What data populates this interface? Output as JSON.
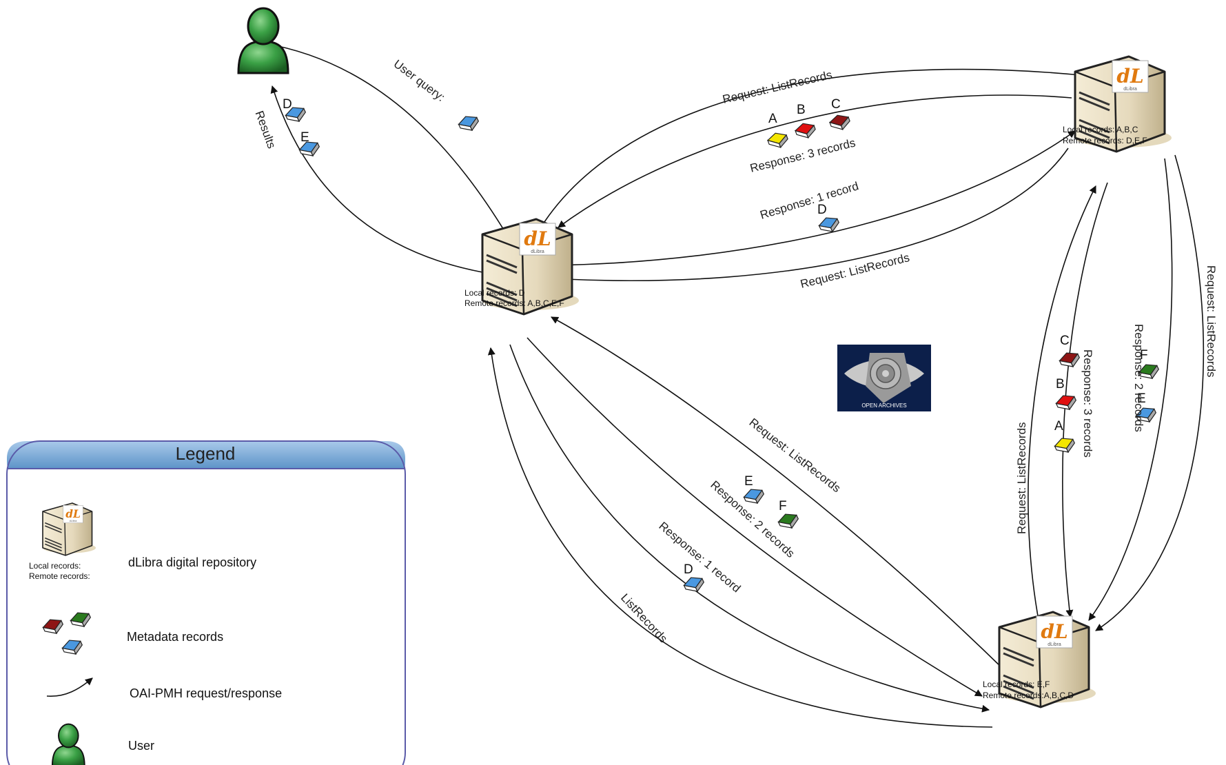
{
  "colors": {
    "record_yellow": "#f4e600",
    "record_red": "#e01010",
    "record_darkred": "#8e1515",
    "record_green": "#2a7a1e",
    "record_blue": "#4a98e0",
    "user_green": "#2f9a3a",
    "legend_header": "#5d94c8",
    "legend_border": "#5a5aa8",
    "server_beige": "#e8dcc0",
    "dlibra_orange": "#e07a10",
    "oai_navy": "#0c1f4a"
  },
  "repositories": {
    "left": {
      "local": "Local records: D",
      "remote": "Remote records: A,B,C,E,F"
    },
    "top_right": {
      "local": "Local records: A,B,C",
      "remote": "Remote records: D,E,F"
    },
    "bottom_right": {
      "local": "Local records: E,F",
      "remote": "Remote records:A,B,C,D"
    }
  },
  "flows": {
    "user_query": "User query:",
    "results": "Results",
    "results_letters": [
      "D",
      "E"
    ],
    "top_request_1": "Request: ListRecords",
    "top_response_3": "Response: 3 records",
    "top_response_3_letters": [
      "A",
      "B",
      "C"
    ],
    "top_response_1": "Response: 1 record",
    "top_response_1_letter": "D",
    "top_request_2": "Request: ListRecords",
    "diag_request": "Request: ListRecords",
    "diag_response_2": "Response: 2 records",
    "diag_response_2_letters": [
      "E",
      "F"
    ],
    "diag_response_1": "Response: 1 record",
    "diag_response_1_letter": "D",
    "diag_listrecords": "ListRecords",
    "right_request_1": "Request: ListRecords",
    "right_response_3": "Response: 3 records",
    "right_response_3_letters": [
      "C",
      "B",
      "A"
    ],
    "right_response_2": "Response: 2 records",
    "right_response_2_letters": [
      "F",
      "E"
    ],
    "right_request_2": "Request: ListRecords"
  },
  "oai_logo": {
    "text": "OPEN ARCHIVES"
  },
  "legend": {
    "title": "Legend",
    "mini_local": "Local records:",
    "mini_remote": "Remote records:",
    "repository": "dLibra digital repository",
    "records": "Metadata records",
    "request": "OAI-PMH request/response",
    "user": "User"
  },
  "dlibra_logo_text": "dLibra"
}
